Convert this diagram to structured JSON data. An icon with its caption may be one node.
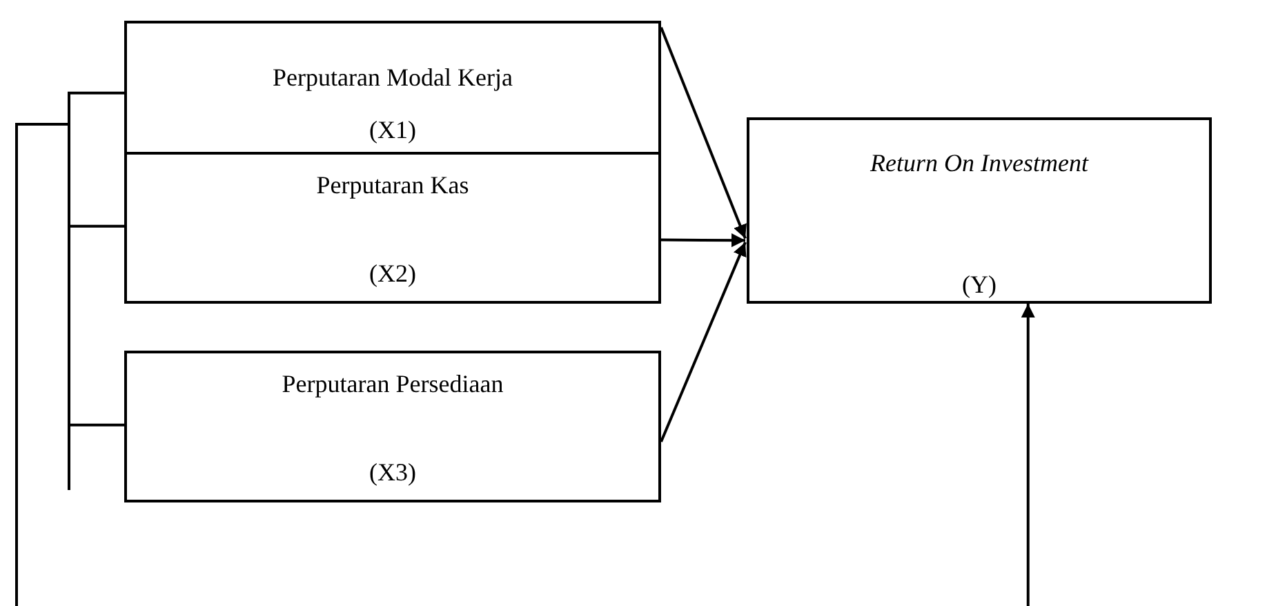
{
  "diagram": {
    "nodes": [
      {
        "text": [
          "Perputaran Modal Kerja",
          "(X1)"
        ]
      },
      {
        "text": [
          "Perputaran Kas",
          "(X2)"
        ]
      },
      {
        "text": [
          "Perputaran Persediaan",
          "(X3)"
        ]
      },
      {
        "text": [
          "Return On Investment",
          "(Y)"
        ]
      }
    ],
    "edges": [
      {
        "from": 0,
        "to": 3,
        "arrow": "to"
      },
      {
        "from": 1,
        "to": 3,
        "arrow": "to"
      },
      {
        "from": 2,
        "to": 3,
        "arrow": "to"
      },
      {
        "from": 0,
        "to": null,
        "arrow": "none"
      },
      {
        "from": 1,
        "to": null,
        "arrow": "none"
      },
      {
        "from": 2,
        "to": null,
        "arrow": "none"
      },
      {
        "from": null,
        "to": 3,
        "arrow": "to"
      }
    ]
  }
}
